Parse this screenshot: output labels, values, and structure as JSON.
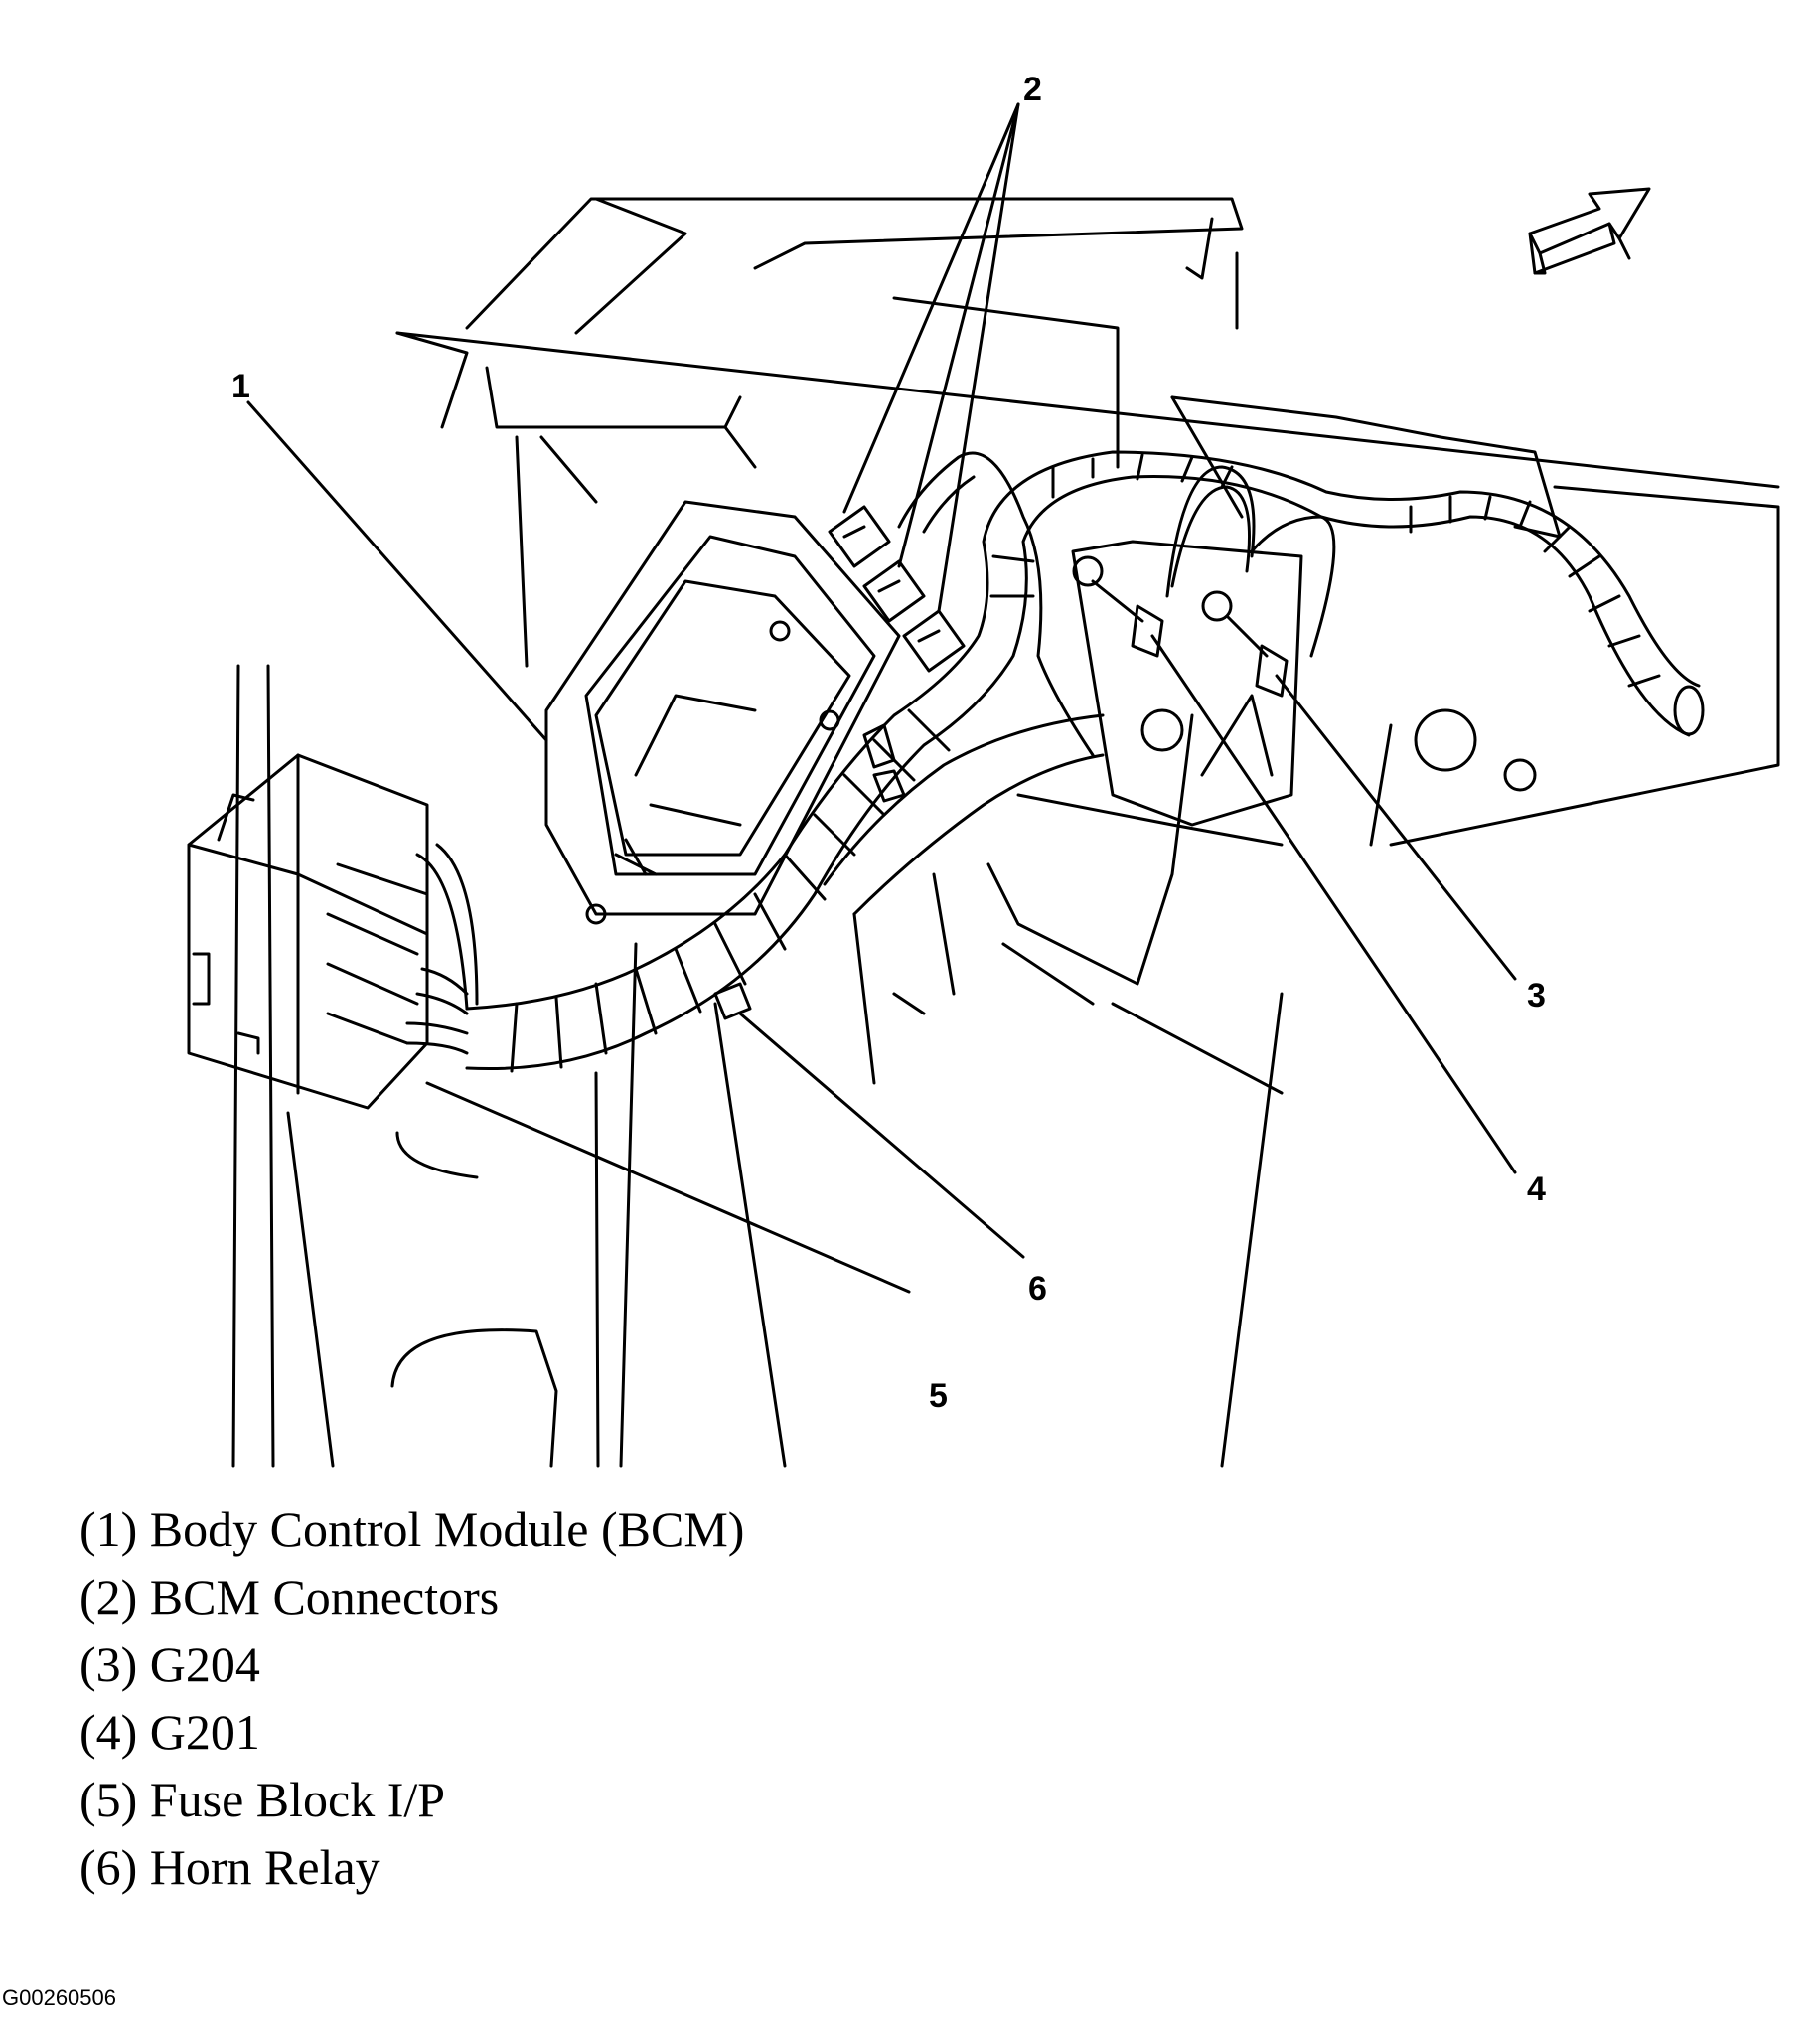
{
  "callouts": [
    {
      "id": "1",
      "label": "1"
    },
    {
      "id": "2",
      "label": "2"
    },
    {
      "id": "3",
      "label": "3"
    },
    {
      "id": "4",
      "label": "4"
    },
    {
      "id": "5",
      "label": "5"
    },
    {
      "id": "6",
      "label": "6"
    }
  ],
  "legend": [
    "(1) Body Control Module (BCM)",
    "(2) BCM Connectors",
    "(3) G204",
    "(4) G201",
    "(5) Fuse Block I/P",
    "(6) Horn Relay"
  ],
  "figure_id": "G00260506",
  "icons": {
    "direction_arrow": "forward-arrow-icon"
  }
}
